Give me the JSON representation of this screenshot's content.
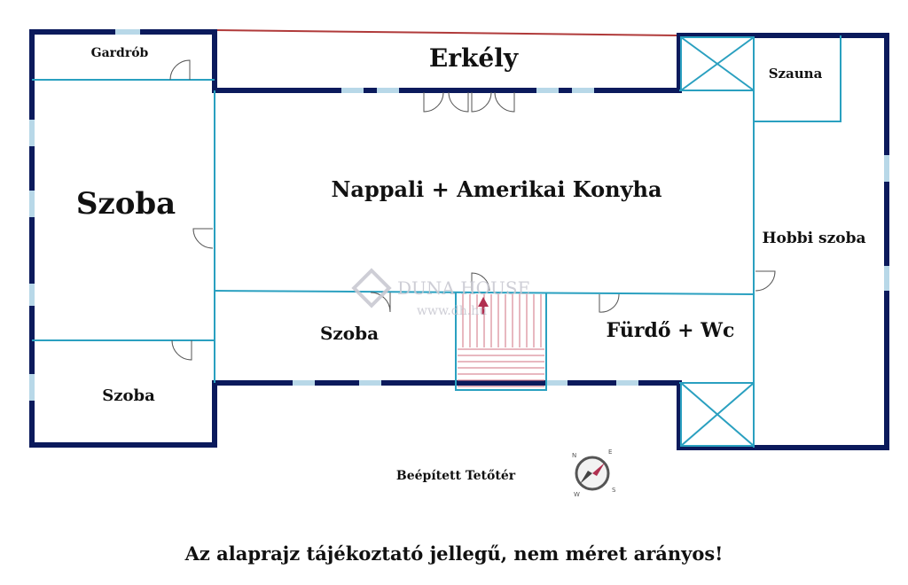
{
  "rooms": {
    "gardrob": "Gardrób",
    "erkely": "Erkély",
    "szauna": "Szauna",
    "szoba_large": "Szoba",
    "nappali": "Nappali + Amerikai Konyha",
    "hobbi": "Hobbi szoba",
    "szoba_middle": "Szoba",
    "furdo": "Fürdő + Wc",
    "szoba_small": "Szoba"
  },
  "floor_label": "Beépített Tetőtér",
  "watermark": {
    "brand": "DUNA HOUSE",
    "url": "www.dh.hu"
  },
  "compass": {
    "n": "N",
    "e": "E",
    "s": "S",
    "w": "W"
  },
  "footer_note": "Az alaprajz tájékoztató jellegű, nem méret arányos!",
  "colors": {
    "outer_wall": "#0b1a5c",
    "inner_wall": "#2aa0c0",
    "window": "#b8d8e8",
    "stairs": "#d07080"
  }
}
